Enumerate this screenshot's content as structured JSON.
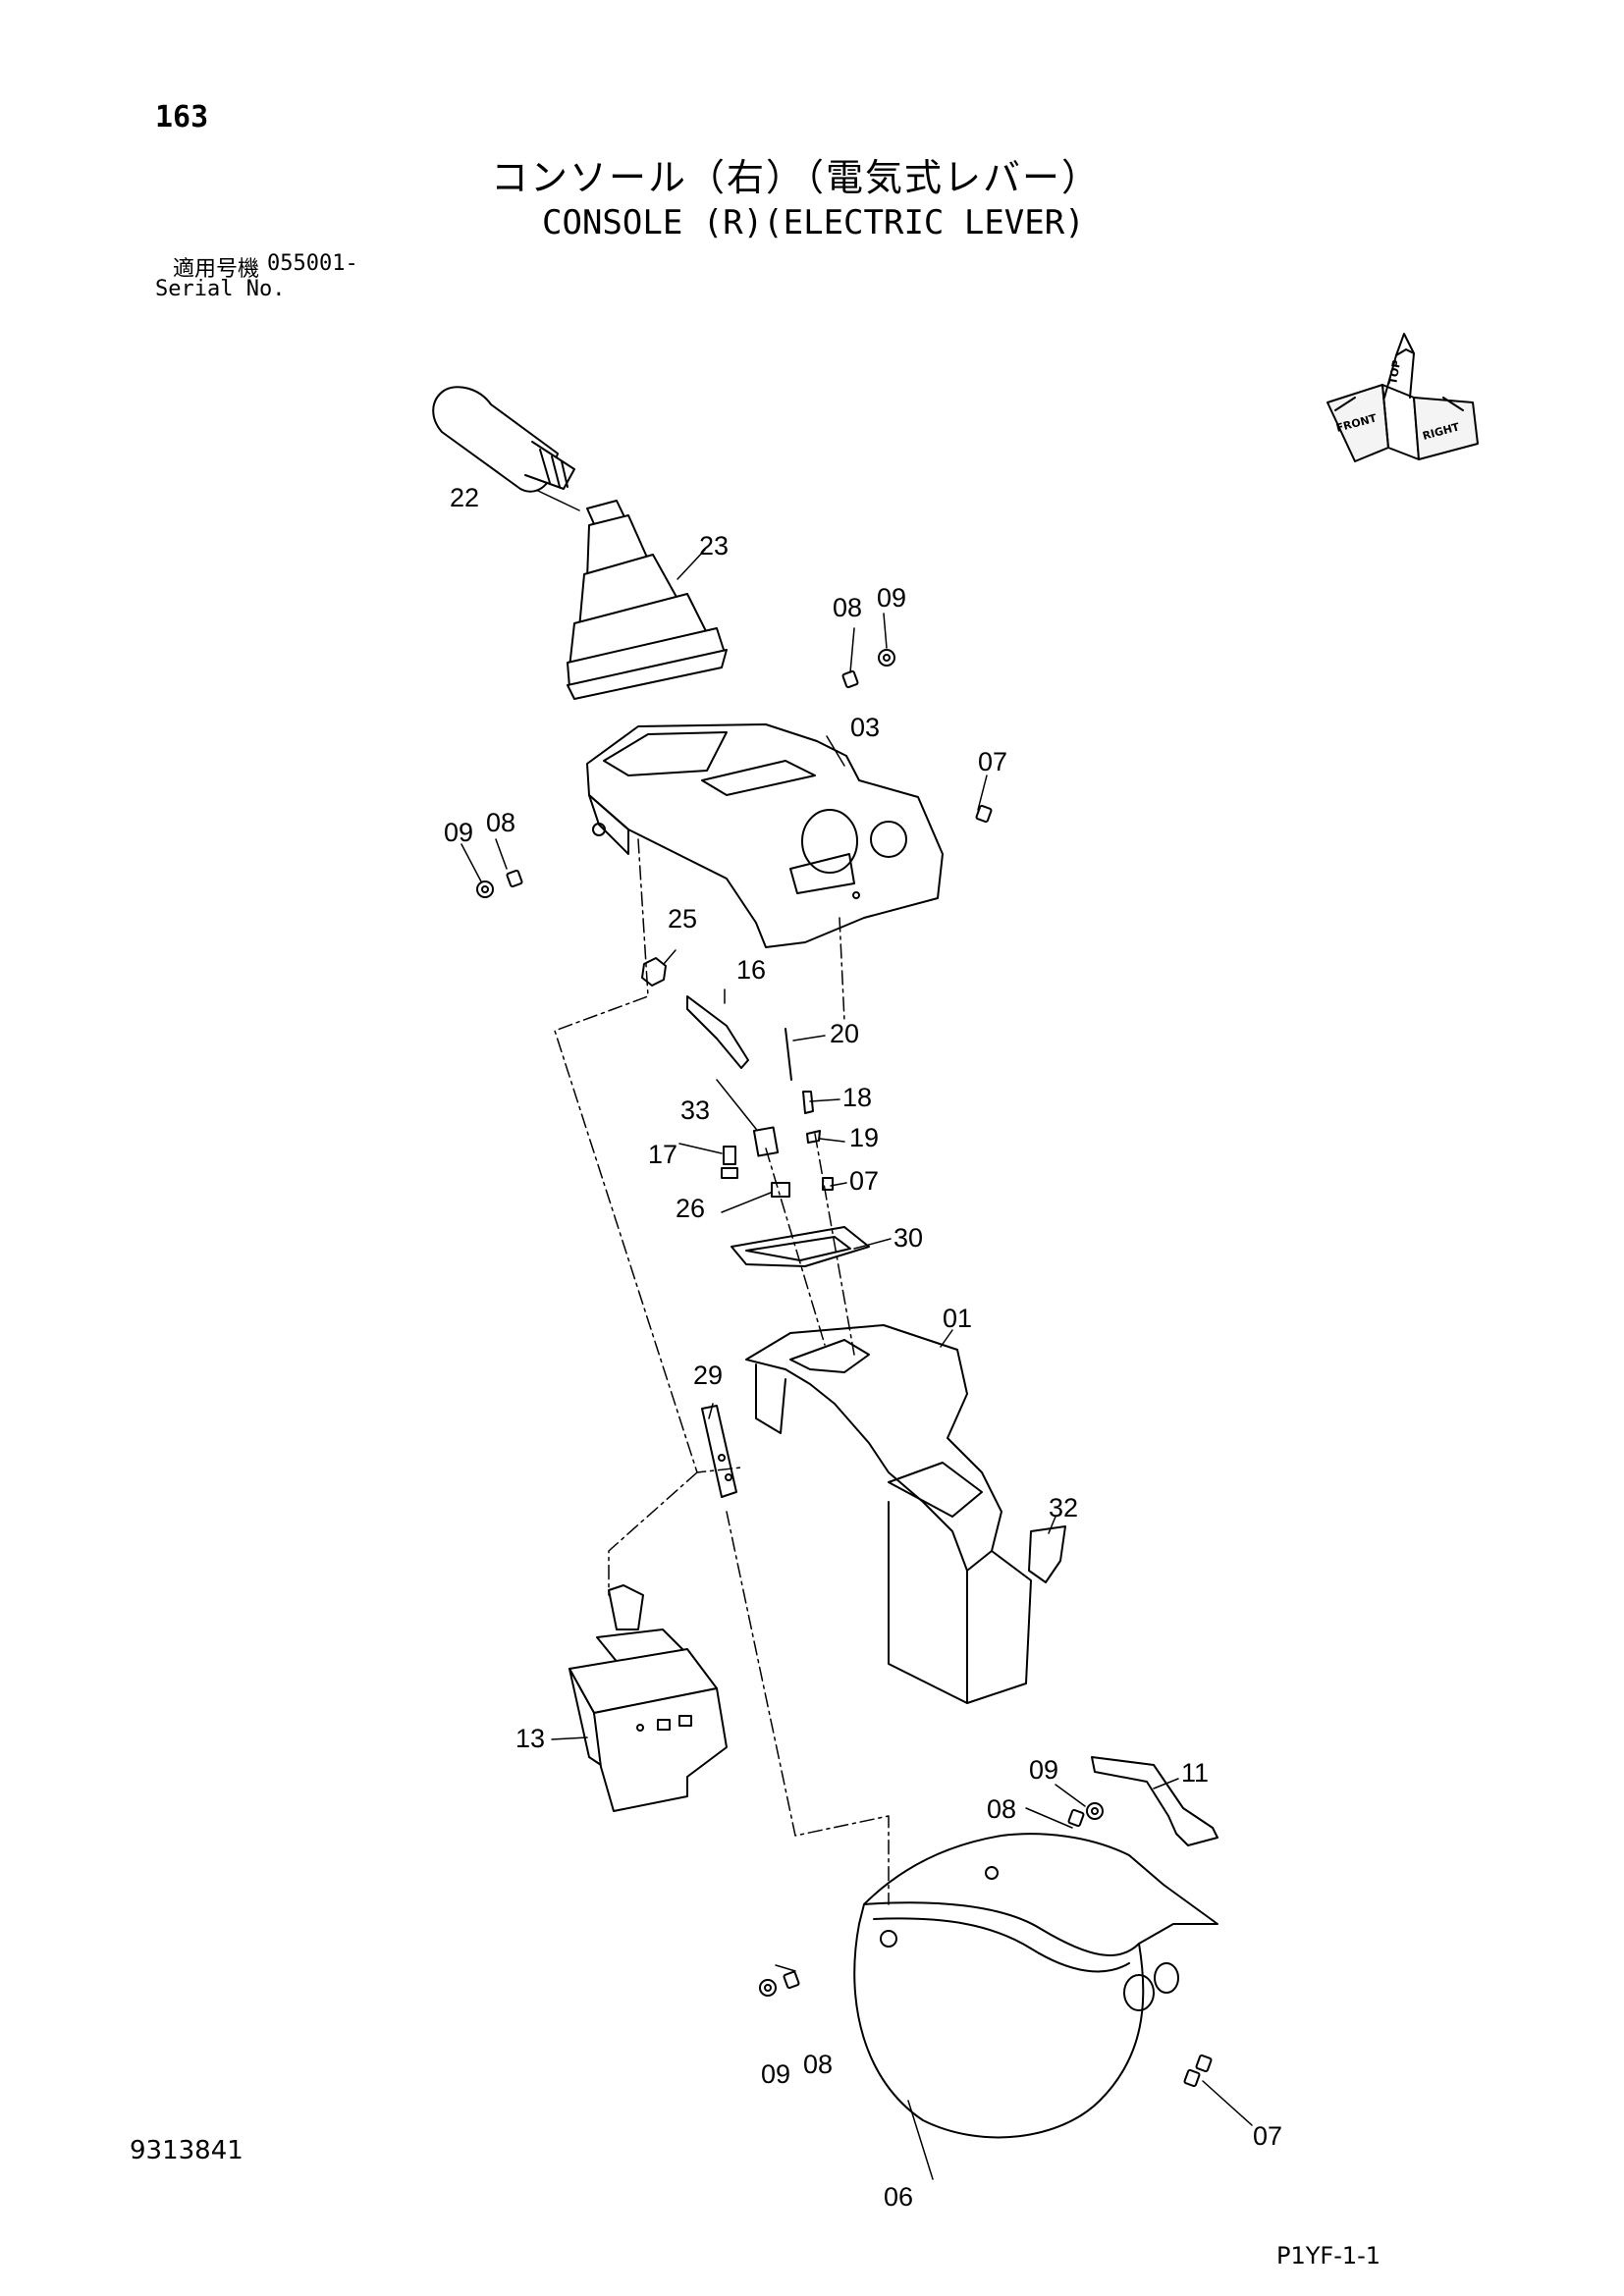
{
  "header": {
    "page_number": "163",
    "title_jp": "コンソール（右）（電気式レバー）",
    "title_en": "CONSOLE (R)(ELECTRIC LEVER)",
    "serial_label_jp": "適用号機",
    "serial_value": "055001-",
    "serial_label_en": "Serial No."
  },
  "orientation": {
    "front": "FRONT",
    "right": "RIGHT",
    "top": "TOP"
  },
  "callouts": [
    "22",
    "23",
    "08",
    "09",
    "03",
    "07",
    "09",
    "08",
    "25",
    "16",
    "20",
    "18",
    "33",
    "19",
    "17",
    "07",
    "26",
    "30",
    "01",
    "29",
    "32",
    "13",
    "09",
    "11",
    "08",
    "09",
    "08",
    "07",
    "06"
  ],
  "footer": {
    "drawing_number": "9313841",
    "page_code": "P1YF-1-1"
  }
}
